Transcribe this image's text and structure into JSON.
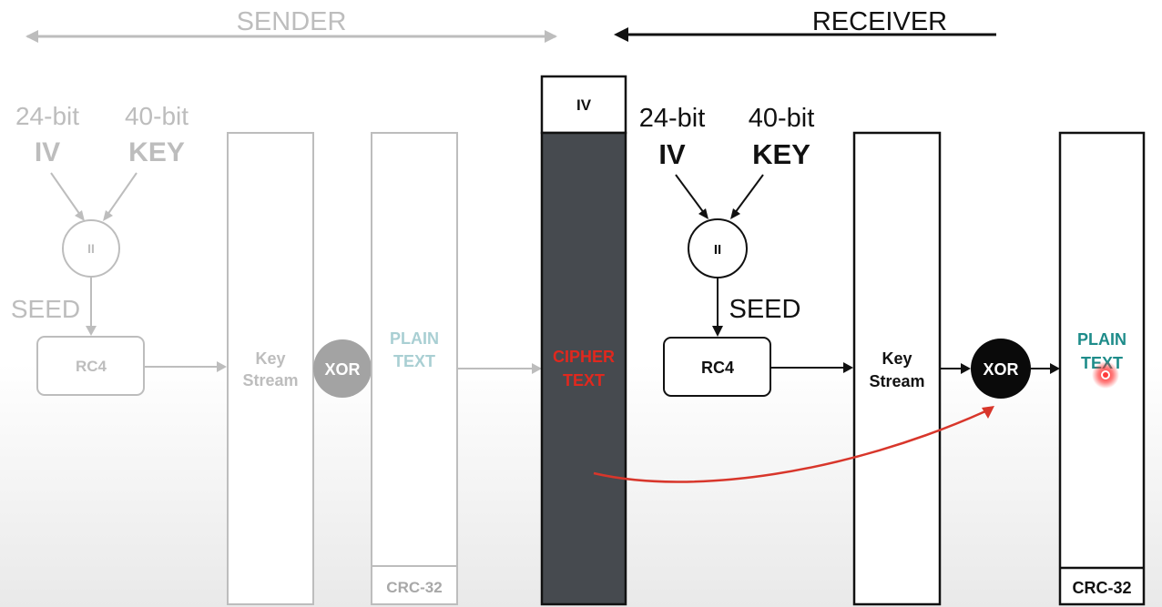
{
  "header": {
    "sender_label": "SENDER",
    "receiver_label": "RECEIVER"
  },
  "sender": {
    "iv_bits": "24-bit",
    "iv_label": "IV",
    "key_bits": "40-bit",
    "key_label": "KEY",
    "concat_symbol": "II",
    "seed_label": "SEED",
    "rc4_label": "RC4",
    "keystream_line1": "Key",
    "keystream_line2": "Stream",
    "xor_label": "XOR",
    "plaintext_line1": "PLAIN",
    "plaintext_line2": "TEXT",
    "crc_label": "CRC-32"
  },
  "packet": {
    "iv_label": "IV",
    "ciphertext_line1": "CIPHER",
    "ciphertext_line2": "TEXT"
  },
  "receiver": {
    "iv_bits": "24-bit",
    "iv_label": "IV",
    "key_bits": "40-bit",
    "key_label": "KEY",
    "concat_symbol": "II",
    "seed_label": "SEED",
    "rc4_label": "RC4",
    "keystream_line1": "Key",
    "keystream_line2": "Stream",
    "xor_label": "XOR",
    "plaintext_line1": "PLAIN",
    "plaintext_line2": "TEXT",
    "crc_label": "CRC-32"
  },
  "colors": {
    "faded": "#bdbdbd",
    "faded_text": "#a8a8a8",
    "sender_plaintext": "#a9cfd3",
    "ciphertext_fill": "#464a4f",
    "ciphertext_text": "#e0281e",
    "receiver_plaintext": "#1e8c8a",
    "highlight_arrow": "#d8362b"
  }
}
